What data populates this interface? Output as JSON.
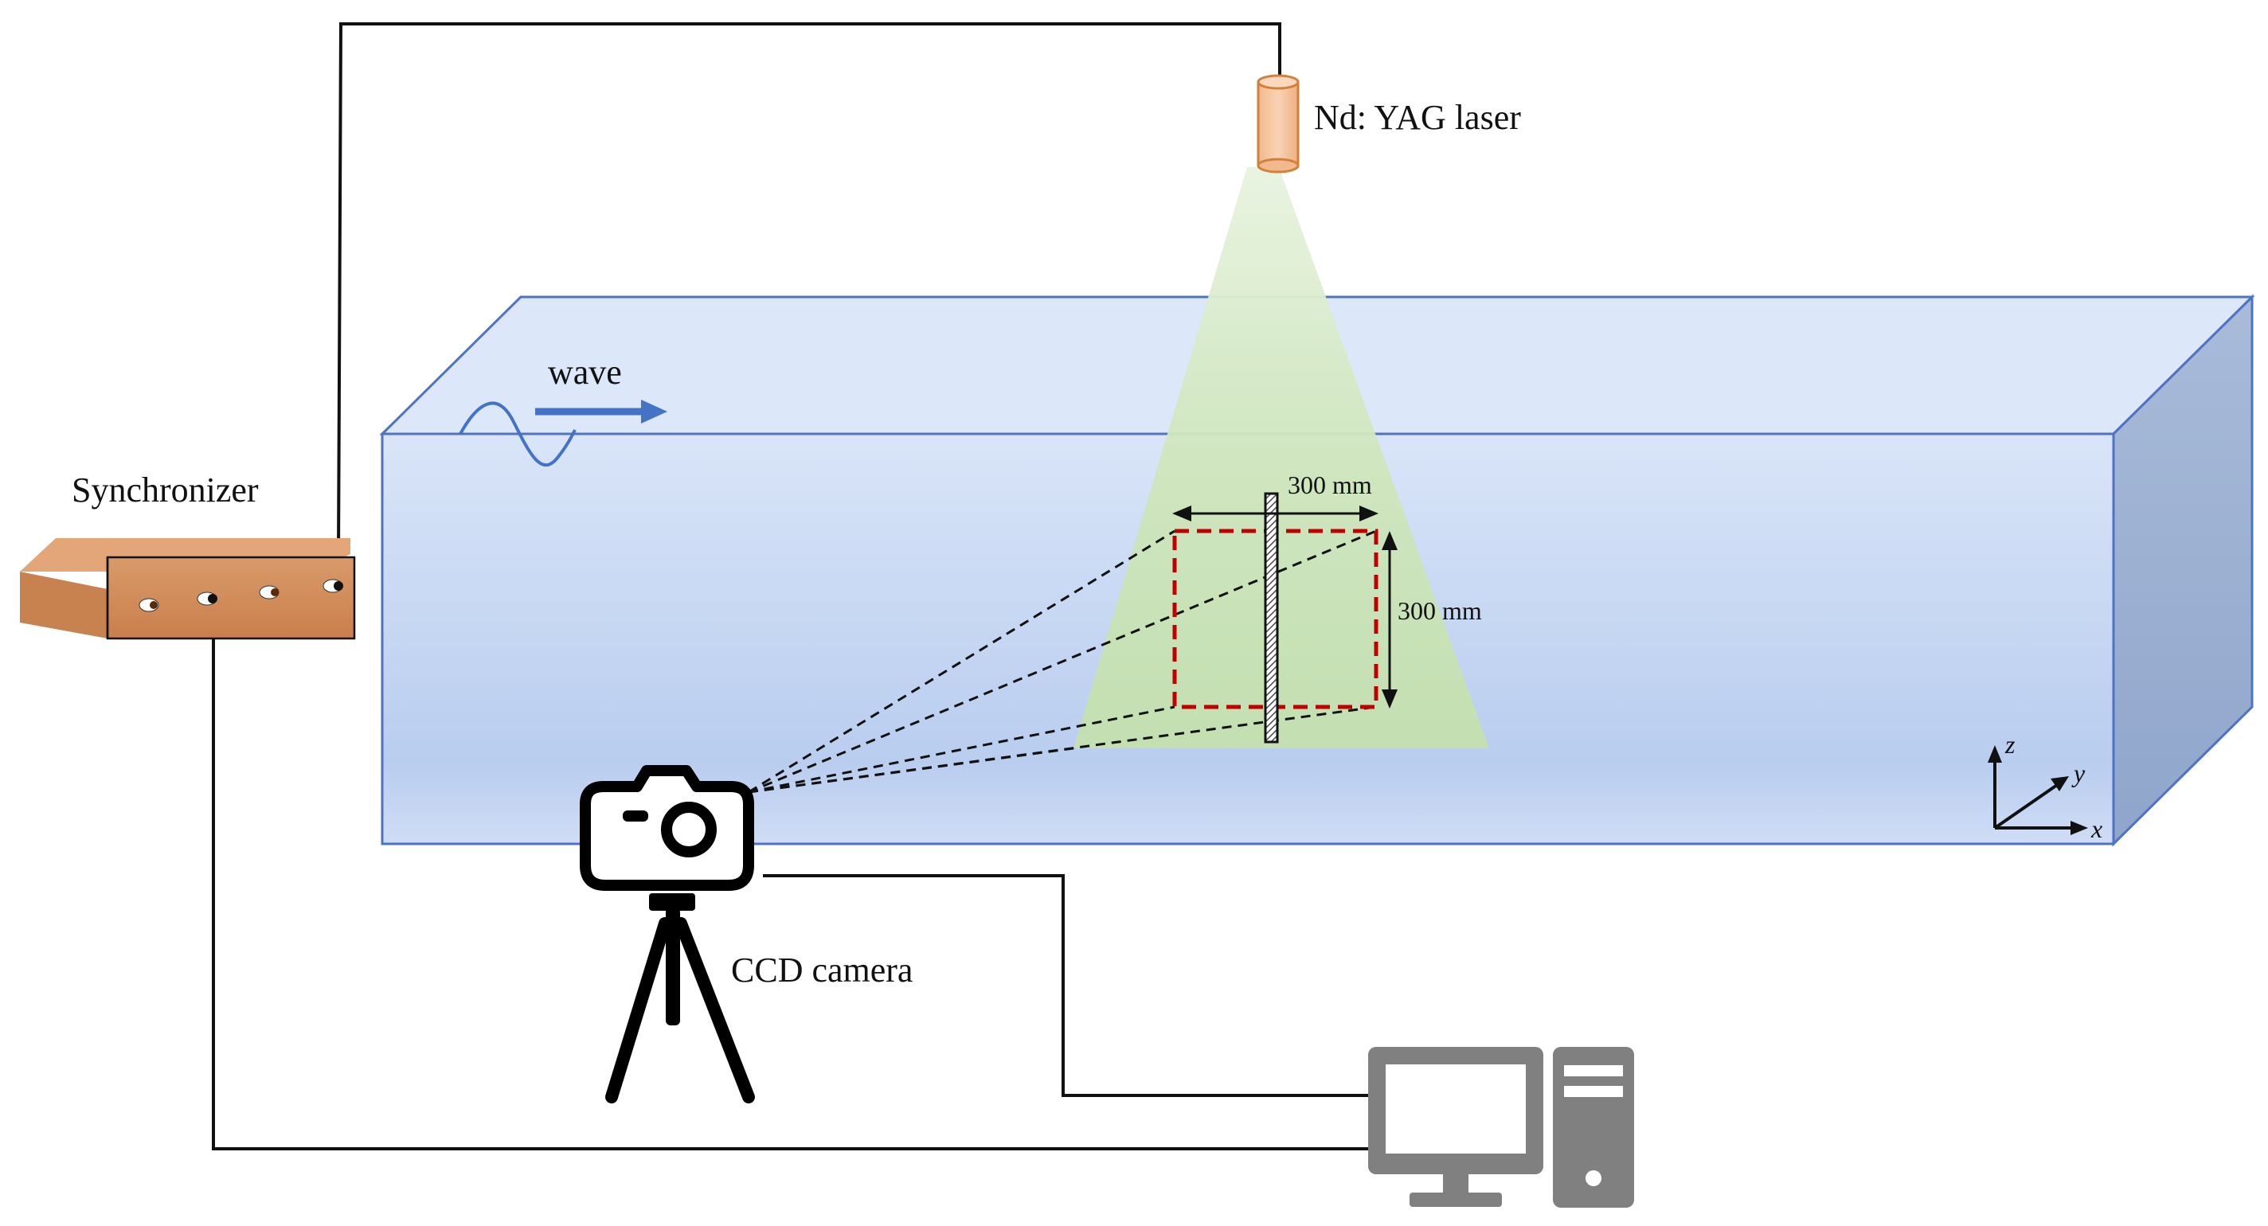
{
  "labels": {
    "laser": "Nd: YAG laser",
    "synchronizer": "Synchronizer",
    "camera": "CCD camera",
    "wave": "wave",
    "dim_horizontal": "300 mm",
    "dim_vertical": "300 mm",
    "axis_x": "x",
    "axis_y": "y",
    "axis_z": "z"
  },
  "colors": {
    "tank_front": "#c9d9f3",
    "tank_top": "#dbe7fa",
    "tank_side": "#9db1d4",
    "tank_edge": "#4f73c4",
    "laser_sheet": "#c6e2b0",
    "laser_body": "#f6c9a6",
    "laser_edge": "#d2813c",
    "synchronizer_body": "#d69363",
    "wave_arrow": "#4472c4",
    "roi_box": "#c00000",
    "computer": "#808080",
    "cable": "#111111"
  },
  "icons": {
    "camera": "camera-icon",
    "tripod": "tripod-icon",
    "monitor": "monitor-icon",
    "tower": "computer-tower-icon",
    "laser": "laser-icon",
    "synchronizer": "synchronizer-box-icon"
  }
}
